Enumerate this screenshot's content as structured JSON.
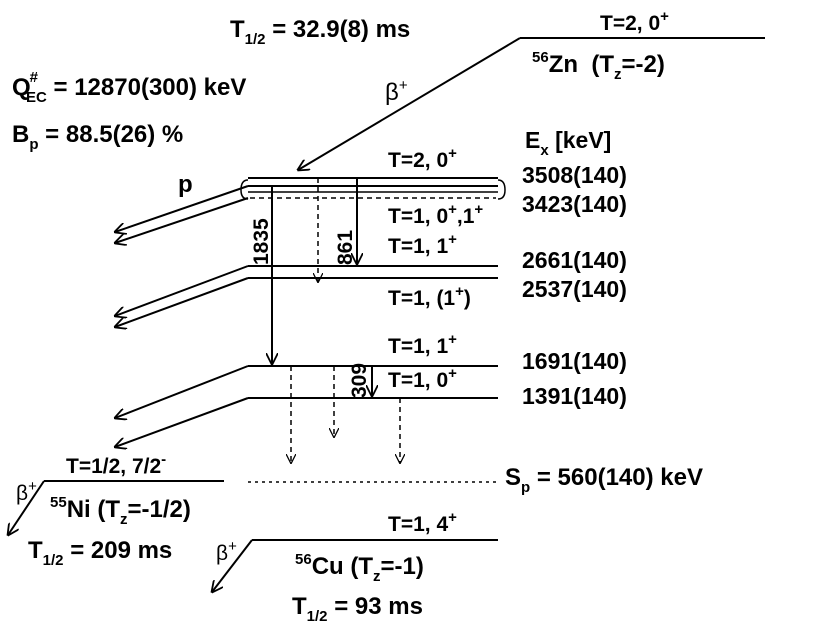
{
  "parent": {
    "half_life": {
      "sym": "T",
      "sub": "1/2",
      "rest": " = 32.9(8) ms"
    },
    "q_ec": {
      "sym": "Q",
      "sup": "#",
      "sub": "EC",
      "rest": " = 12870(300) keV"
    },
    "b_p": {
      "sym": "B",
      "sub": "p",
      "rest": " = 88.5(26) %"
    },
    "ground_state": {
      "t_pre": "T=2, 0",
      "t_sup": "+"
    },
    "nucleus": {
      "mass": "56",
      "elem": "Zn",
      "tz_pre": "  (T",
      "tz_sub": "z",
      "tz_post": "=-2)"
    },
    "decay": {
      "sym": "β",
      "sup": "+"
    }
  },
  "ex_header": {
    "sym": "E",
    "sub": "x",
    "rest": " [keV]"
  },
  "levels": [
    {
      "spin_pre": "T=2, 0",
      "spin_sup": "+",
      "spin_post": "",
      "energy": "3508(140)"
    },
    {
      "spin_pre": "T=1, 0",
      "spin_sup": "+",
      "spin_mid": ",1",
      "spin_sup2": "+",
      "energy": "3423(140)"
    },
    {
      "spin_pre": "T=1, 1",
      "spin_sup": "+",
      "spin_post": "",
      "energy": "2661(140)"
    },
    {
      "spin_pre": "T=1, (1",
      "spin_sup": "+",
      "spin_post": ")",
      "energy": "2537(140)"
    },
    {
      "spin_pre": "T=1, 1",
      "spin_sup": "+",
      "spin_post": "",
      "energy": "1691(140)"
    },
    {
      "spin_pre": "T=1, 0",
      "spin_sup": "+",
      "spin_post": "",
      "energy": "1391(140)"
    }
  ],
  "gammas": [
    "1835",
    "861",
    "309"
  ],
  "proton_label": "p",
  "sp": {
    "sym": "S",
    "sub": "p",
    "rest": " = 560(140) keV"
  },
  "ni": {
    "state_pre": "T=1/2, 7/2",
    "state_sup": "-",
    "mass": "55",
    "elem": "Ni",
    "tz_pre": " (T",
    "tz_sub": "z",
    "tz_post": "=-1/2)",
    "half_life": {
      "sym": "T",
      "sub": "1/2",
      "rest": " = 209 ms"
    },
    "decay": {
      "sym": "β",
      "sup": "+"
    }
  },
  "cu": {
    "state_pre": "T=1, 4",
    "state_sup": "+",
    "mass": "56",
    "elem": "Cu",
    "tz_pre": " (T",
    "tz_sub": "z",
    "tz_post": "=-1)",
    "half_life": {
      "sym": "T",
      "sub": "1/2",
      "rest": " = 93 ms"
    },
    "decay": {
      "sym": "β",
      "sup": "+"
    }
  }
}
